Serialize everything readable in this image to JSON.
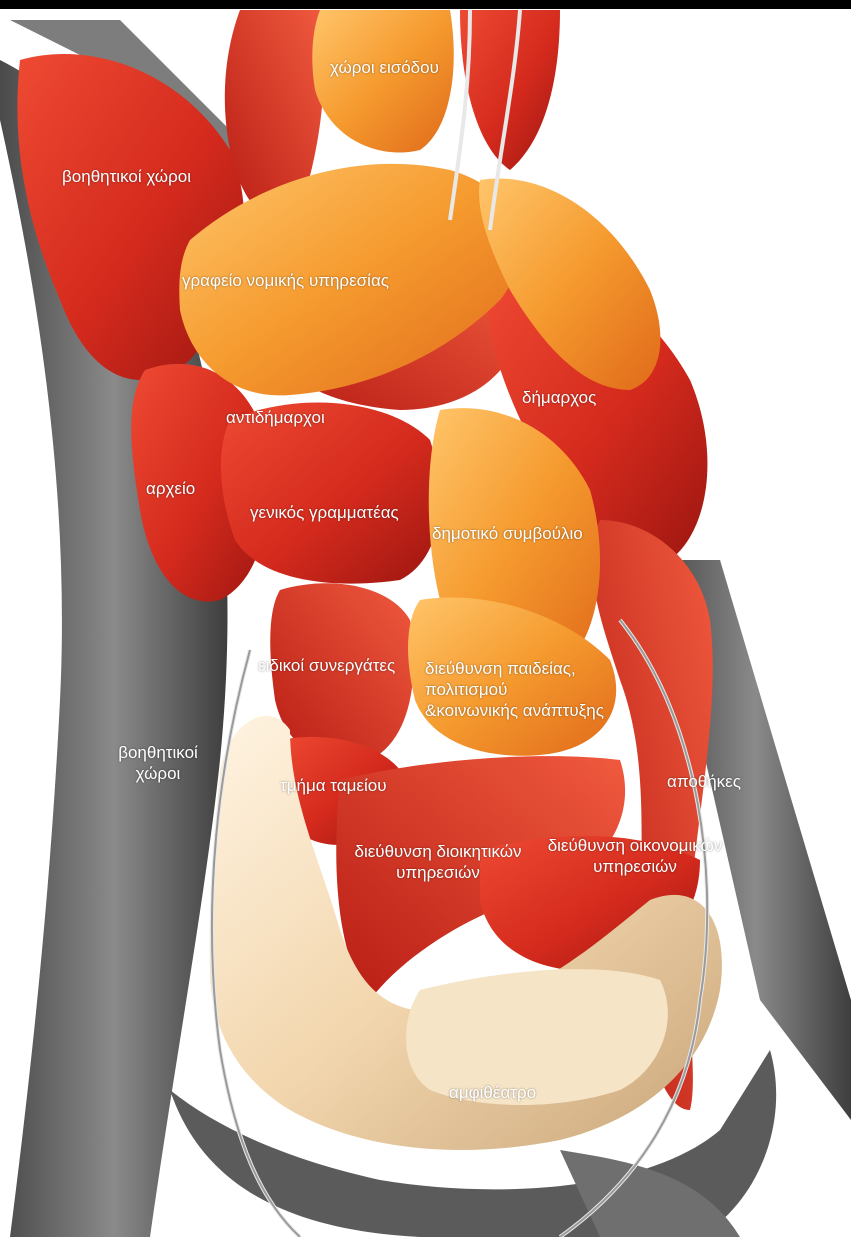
{
  "colors": {
    "top_bar": "#000000",
    "background": "#ffffff",
    "red_region": "#d9261c",
    "orange_region": "#f08a24",
    "cream_region": "#f1d6ae",
    "grey_frame": "#6a6a6a",
    "label_text": "#ffffff"
  },
  "labels": {
    "entrance": "χώροι εισόδου",
    "auxiliary_top": "βοηθητικοί χώροι",
    "legal_office": "γραφείο νομικής υπηρεσίας",
    "deputy_mayors": "αντιδήμαρχοι",
    "mayor": "δήμαρχος",
    "archive": "αρχείο",
    "secretary_general": "γενικός γραμματέας",
    "council": "δημοτικό συμβούλιο",
    "special_associates": "ειδικοί συνεργάτες",
    "education_culture": [
      "διεύθυνση παιδείας,",
      "πολιτισμού",
      "&κοινωνικής ανάπτυξης"
    ],
    "auxiliary_bottom": [
      "βοηθητικοί",
      "χώροι"
    ],
    "treasury": "τμήμα ταμείου",
    "storage": "αποθήκες",
    "admin_services": [
      "διεύθυνση διοικητικών",
      "υπηρεσιών"
    ],
    "financial_services": [
      "διεύθυνση οικονομικών",
      "υπηρεσιών"
    ],
    "amphitheater": "αμφιθέατρο"
  }
}
